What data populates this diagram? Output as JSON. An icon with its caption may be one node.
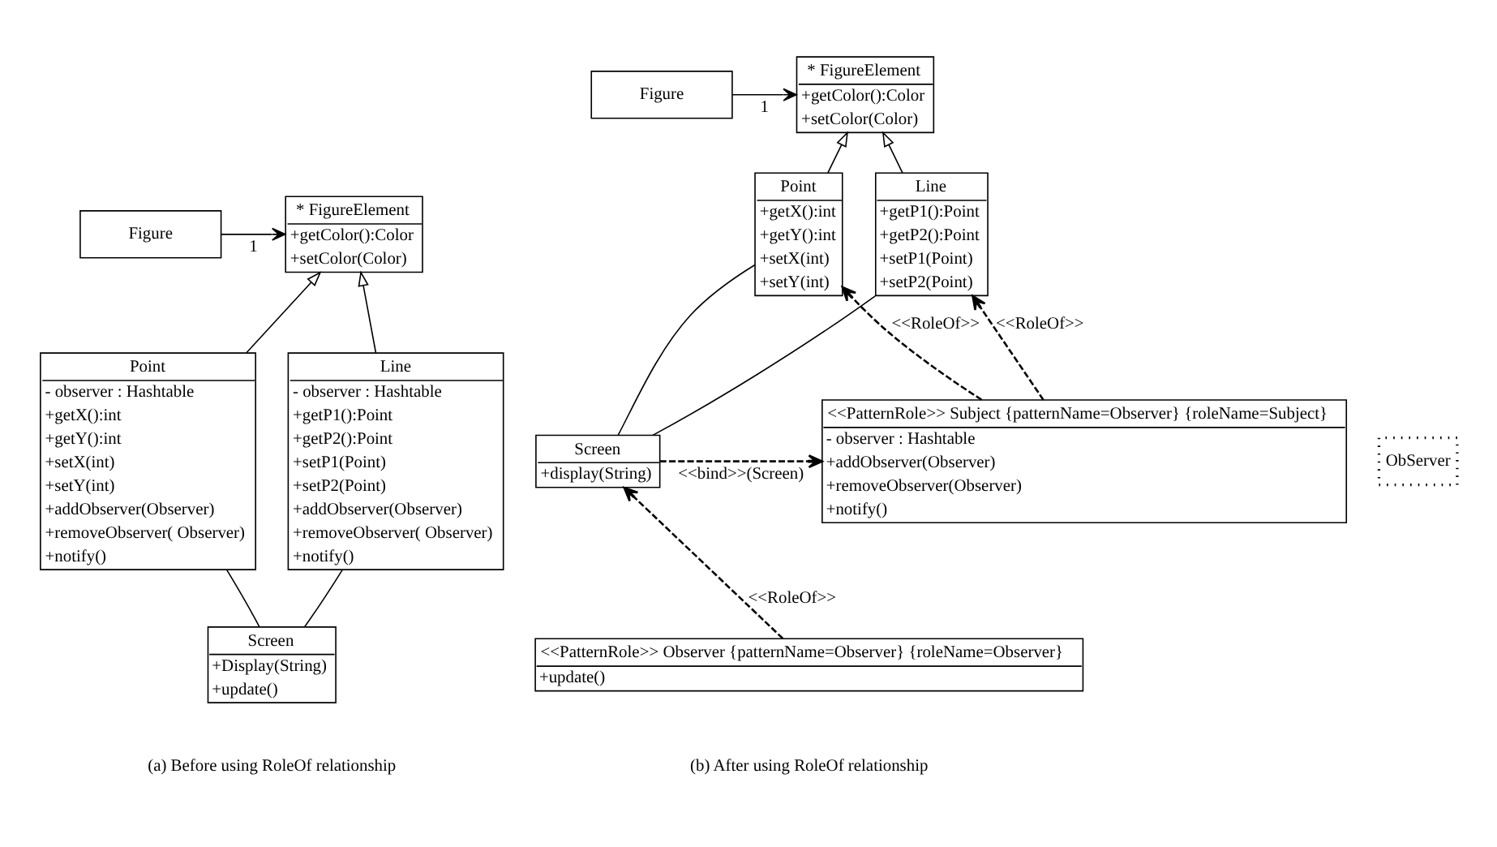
{
  "diagram": {
    "nodes": [
      {
        "text": [
          "Figure"
        ]
      },
      {
        "text": [
          "* FigureElement",
          "+getColor():Color",
          "+setColor(Color)"
        ]
      },
      {
        "text": [
          "Point",
          "- observer : Hashtable",
          "+getX():int",
          "+getY():int",
          "+setX(int)",
          "+setY(int)",
          "+addObserver(Observer)",
          "+removeObserver( Observer)",
          "+notify()"
        ]
      },
      {
        "text": [
          "Line",
          "- observer : Hashtable",
          "+getP1():Point",
          "+getP2():Point",
          "+setP1(Point)",
          "+setP2(Point)",
          "+addObserver(Observer)",
          "+removeObserver( Observer)",
          "+notify()"
        ]
      },
      {
        "text": [
          "Screen",
          "+Display(String)",
          "+update()"
        ]
      },
      {
        "text": [
          "Figure"
        ]
      },
      {
        "text": [
          "* FigureElement",
          "+getColor():Color",
          "+setColor(Color)"
        ]
      },
      {
        "text": [
          "Point",
          "+getX():int",
          "+getY():int",
          "+setX(int)",
          "+setY(int)"
        ]
      },
      {
        "text": [
          "Line",
          "+getP1():Point",
          "+getP2():Point",
          "+setP1(Point)",
          "+setP2(Point)"
        ]
      },
      {
        "text": [
          "Screen",
          "+display(String)"
        ]
      },
      {
        "text": [
          "ObServer"
        ]
      },
      {
        "text": [
          "<<PatternRole>> Subject {patternName=Observer} {roleName=Subject}",
          "- observer : Hashtable",
          "+addObserver(Observer)",
          "+removeObserver(Observer)",
          "+notify()"
        ]
      },
      {
        "text": [
          "<<PatternRole>> Observer {patternName=Observer} {roleName=Observer}",
          "+update()"
        ]
      }
    ],
    "edges": [
      {
        "from": 0,
        "to": 1,
        "arrow": "to",
        "label": "1"
      },
      {
        "from": 2,
        "to": 1,
        "arrow": "to"
      },
      {
        "from": 3,
        "to": 1,
        "arrow": "to"
      },
      {
        "from": 2,
        "to": 4,
        "arrow": "none"
      },
      {
        "from": 3,
        "to": 4,
        "arrow": "none"
      },
      {
        "from": 5,
        "to": 6,
        "arrow": "to",
        "label": "1"
      },
      {
        "from": 7,
        "to": 6,
        "arrow": "to"
      },
      {
        "from": 8,
        "to": 6,
        "arrow": "to"
      },
      {
        "from": 7,
        "to": 9,
        "arrow": "none"
      },
      {
        "from": 8,
        "to": 9,
        "arrow": "none"
      },
      {
        "from": 11,
        "to": 7,
        "arrow": "to",
        "style": "dashed",
        "label": "<<RoleOf>>"
      },
      {
        "from": 11,
        "to": 8,
        "arrow": "to",
        "style": "dashed",
        "label": "<<RoleOf>>"
      },
      {
        "from": 9,
        "to": 11,
        "arrow": "to",
        "style": "dashed",
        "label": "<<bind>>(Screen)"
      },
      {
        "from": 12,
        "to": 9,
        "arrow": "to",
        "style": "dashed",
        "label": "<<RoleOf>>"
      }
    ],
    "labels": [
      "(a) Before using RoleOf relationship",
      "(b) After using RoleOf relationship"
    ]
  }
}
